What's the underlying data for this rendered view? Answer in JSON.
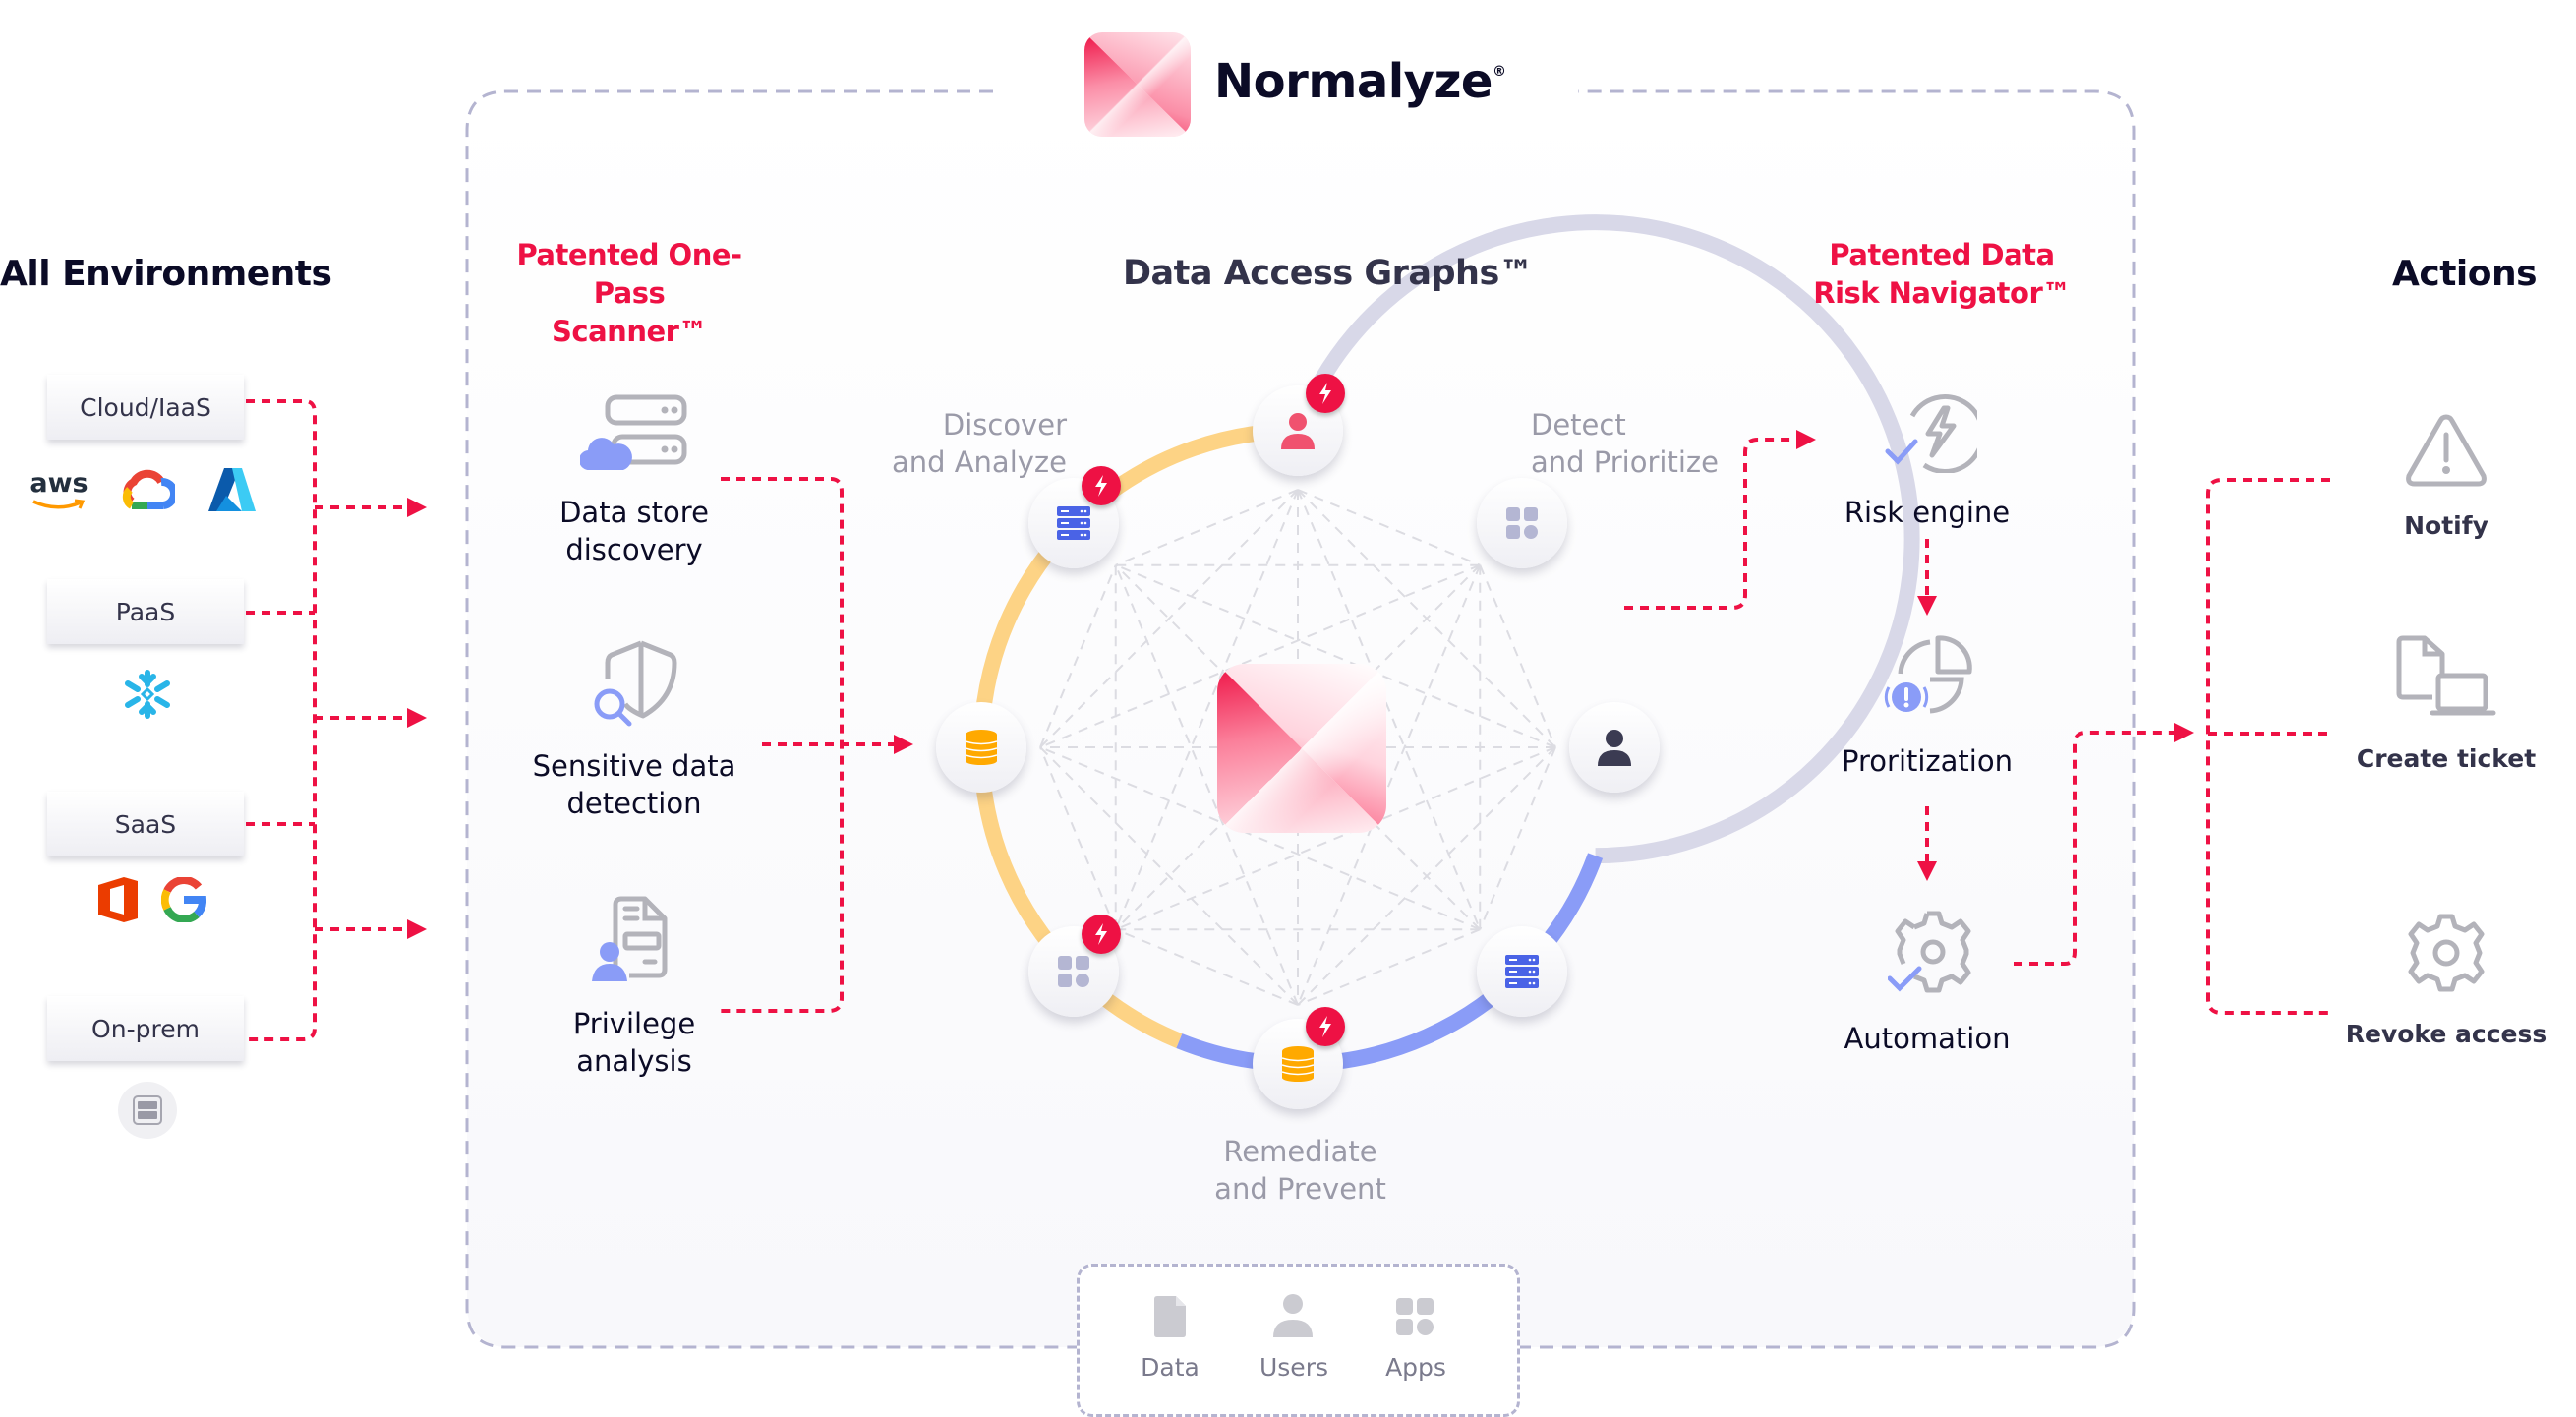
{
  "brand": {
    "name": "Normalyze",
    "trademark": "®"
  },
  "environments": {
    "title": "All Environments",
    "groups": [
      {
        "label": "Cloud/IaaS",
        "logos": [
          "aws-logo",
          "google-cloud-logo",
          "azure-logo"
        ],
        "aws_text": "aws"
      },
      {
        "label": "PaaS",
        "logos": [
          "snowflake-logo"
        ]
      },
      {
        "label": "SaaS",
        "logos": [
          "office-logo",
          "google-logo"
        ]
      },
      {
        "label": "On-prem",
        "logos": [
          "server-icon"
        ]
      }
    ]
  },
  "scanner": {
    "title_line1": "Patented One-",
    "title_line2": "Pass Scanner™",
    "features": [
      {
        "line1": "Data store",
        "line2": "discovery",
        "icon": "cloud-server-icon"
      },
      {
        "line1": "Sensitive data",
        "line2": "detection",
        "icon": "shield-search-icon"
      },
      {
        "line1": "Privilege",
        "line2": "analysis",
        "icon": "user-document-icon"
      }
    ]
  },
  "graph": {
    "title": "Data Access Graphs™",
    "stages": [
      {
        "line1": "Discover",
        "line2": "and Analyze"
      },
      {
        "line1": "Detect",
        "line2": "and Prioritize"
      },
      {
        "line1": "Remediate",
        "line2": "and Prevent"
      }
    ],
    "ring_colors": {
      "discover": "#fdd385",
      "detect": "#d8d8e8",
      "remediate": "#8a9cf7"
    },
    "nodes": [
      {
        "name": "user-node-top",
        "icon": "user-icon",
        "color": "#f0526f",
        "alert": true
      },
      {
        "name": "apps-node-top-right",
        "icon": "apps-icon",
        "color": "#b4b6d3",
        "alert": false
      },
      {
        "name": "user-node-right",
        "icon": "user-icon",
        "color": "#3b3b52",
        "alert": false
      },
      {
        "name": "server-node-bottom-right",
        "icon": "server-icon",
        "color": "#4a63e6",
        "alert": false
      },
      {
        "name": "database-node-bottom",
        "icon": "database-icon",
        "color": "#ffa900",
        "alert": true
      },
      {
        "name": "apps-node-bottom-left",
        "icon": "apps-icon",
        "color": "#b4b6d3",
        "alert": true
      },
      {
        "name": "database-node-left",
        "icon": "database-icon",
        "color": "#ffa900",
        "alert": false
      },
      {
        "name": "server-node-top-left",
        "icon": "server-icon",
        "color": "#4a63e6",
        "alert": true
      }
    ]
  },
  "legend": [
    {
      "label": "Data",
      "icon": "document-icon"
    },
    {
      "label": "Users",
      "icon": "user-icon"
    },
    {
      "label": "Apps",
      "icon": "apps-icon"
    }
  ],
  "navigator": {
    "title_line1": "Patented Data",
    "title_line2": "Risk Navigator™",
    "steps": [
      {
        "label": "Risk engine",
        "icon": "lightning-check-icon"
      },
      {
        "label": "Proritization",
        "icon": "pie-alert-icon"
      },
      {
        "label": "Automation",
        "icon": "gear-check-icon"
      }
    ]
  },
  "actions": {
    "title": "Actions",
    "items": [
      {
        "label": "Notify",
        "icon": "warning-icon"
      },
      {
        "label": "Create ticket",
        "icon": "ticket-laptop-icon"
      },
      {
        "label": "Revoke access",
        "icon": "gear-icon"
      }
    ]
  },
  "colors": {
    "accent": "#ee1144",
    "title": "#0b0b26",
    "muted": "#9a9aa8",
    "icon_gray": "#b3b3ba",
    "icon_blue": "#8a9cf7",
    "panel_border": "#b4b4d0"
  }
}
